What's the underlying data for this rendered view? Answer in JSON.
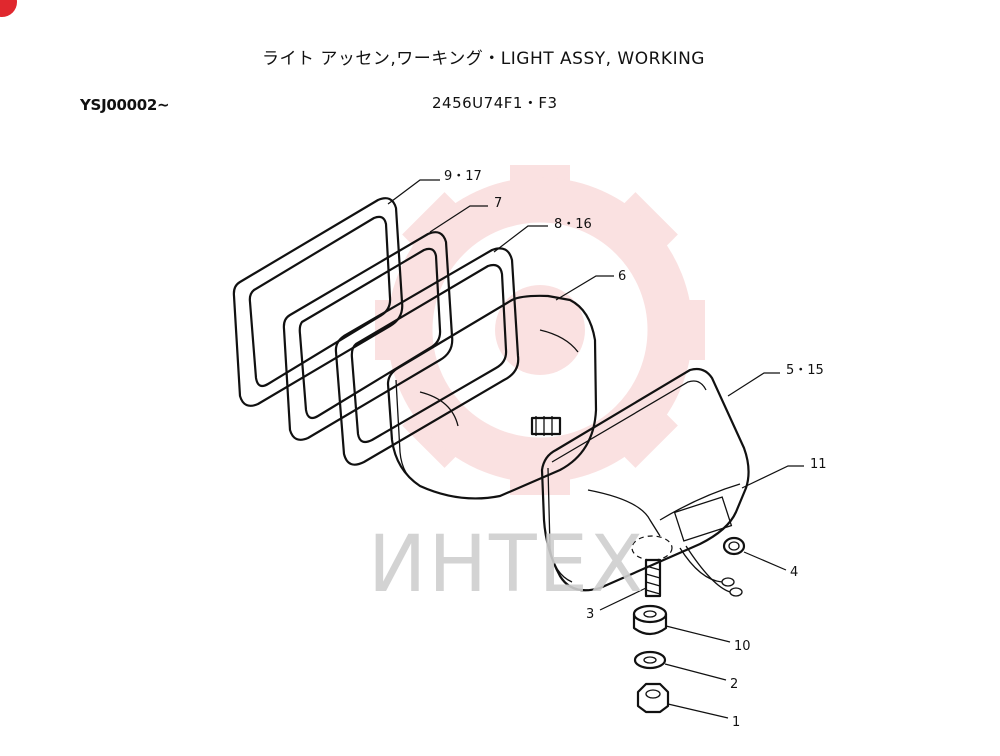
{
  "header": {
    "title": "ライト アッセン,ワーキング・LIGHT ASSY, WORKING",
    "serial_from": "YSJ00002~",
    "drawing_code": "2456U74F1・F3"
  },
  "watermark": {
    "text": "ИНТЕХ"
  },
  "callouts": {
    "c1": "1",
    "c2": "2",
    "c3": "3",
    "c4": "4",
    "c5": "5・15",
    "c6": "6",
    "c7": "7",
    "c8": "8・16",
    "c9": "9・17",
    "c10": "10",
    "c11": "11"
  },
  "colors": {
    "line": "#111111",
    "watermark_gear": "#f6c9c9",
    "corner_badge": "#e0282e"
  }
}
